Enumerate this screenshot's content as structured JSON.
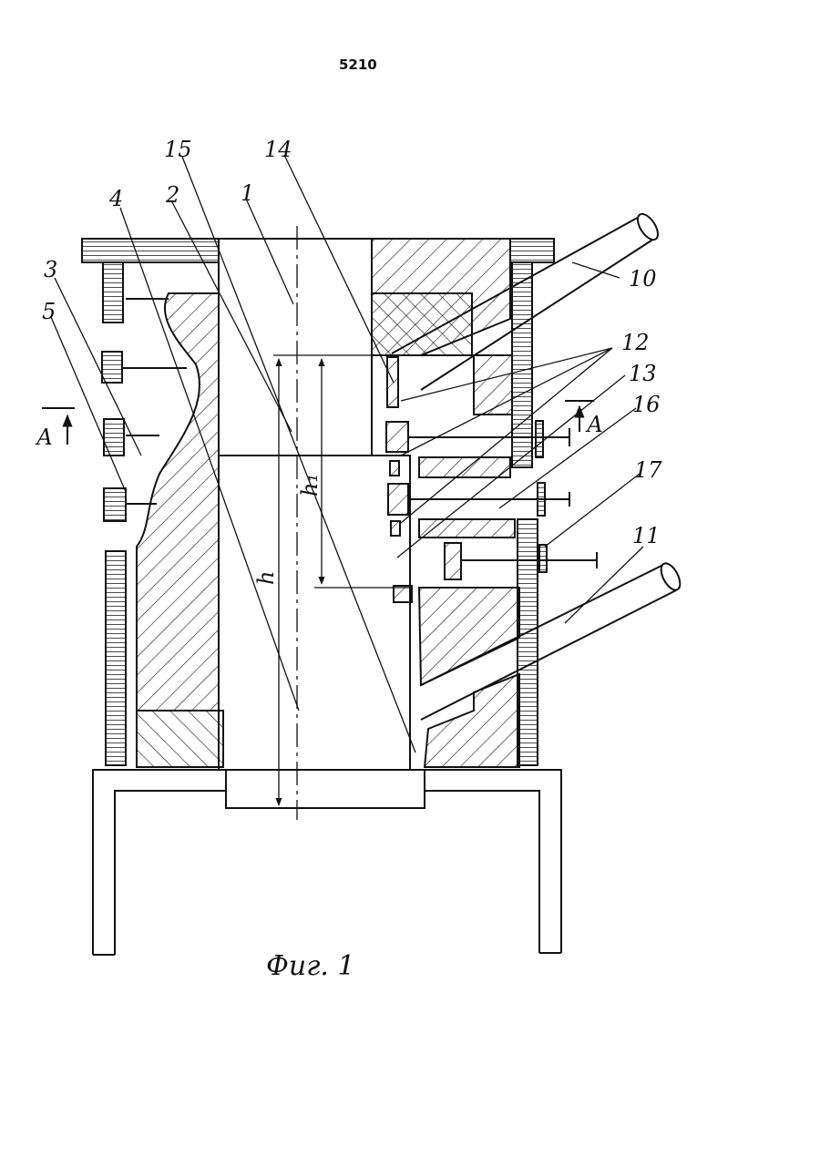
{
  "page_number": "5210",
  "caption": "Фиг. 1",
  "section_marks": {
    "left": "А",
    "right": "А"
  },
  "labels": {
    "l1": "1",
    "l2": "2",
    "l3": "3",
    "l4": "4",
    "l5": "5",
    "l10": "10",
    "l11": "11",
    "l12": "12",
    "l13": "13",
    "l14": "14",
    "l15": "15",
    "l16": "16",
    "l17": "17"
  },
  "dimensions": {
    "h": "h",
    "h1": "h₁"
  }
}
